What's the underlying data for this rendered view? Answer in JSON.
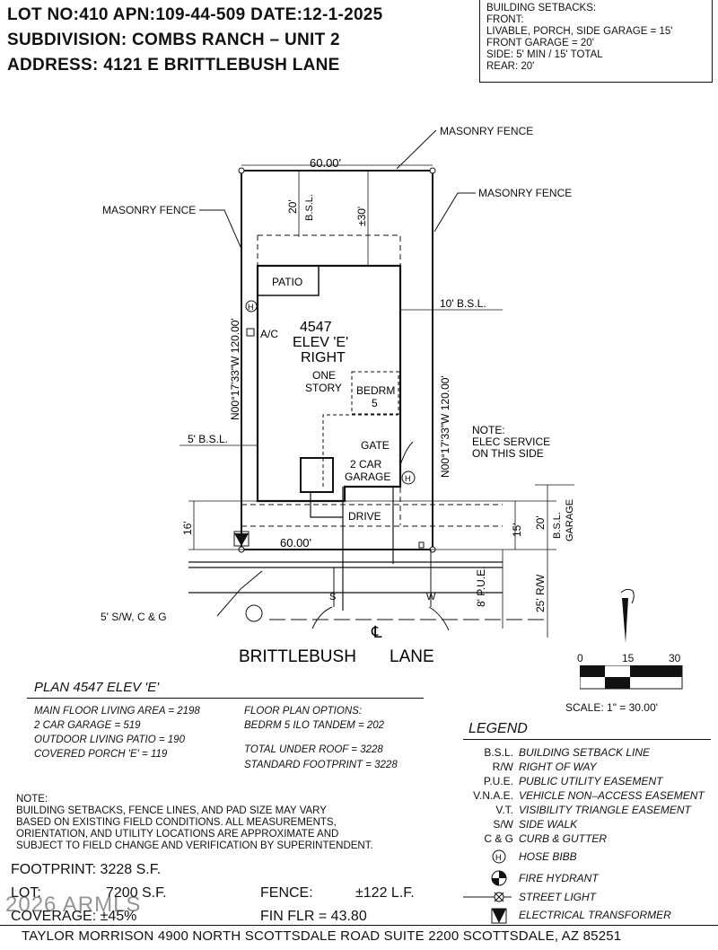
{
  "header": {
    "line1": "LOT NO:410  APN:109-44-509  DATE:12-1-2025",
    "line2": "SUBDIVISION: COMBS RANCH – UNIT 2",
    "line3": "ADDRESS: 4121 E BRITTLEBUSH LANE"
  },
  "setbacks": {
    "title": "BUILDING SETBACKS:",
    "front": "FRONT:",
    "livable": "LIVABLE, PORCH, SIDE GARAGE = 15'",
    "front_garage": "FRONT GARAGE = 20'",
    "side": "SIDE: 5' MIN / 15' TOTAL",
    "rear": "REAR: 20'"
  },
  "site": {
    "masonry_fence": "MASONRY FENCE",
    "top_width": "60.00'",
    "bottom_width": "60.00'",
    "rear_bsl": "20'",
    "bsl": "B.S.L.",
    "rear_dim": "±30'",
    "patio": "PATIO",
    "hose": "H",
    "ac": "A/C",
    "plan_no": "4547",
    "elev": "ELEV 'E'",
    "hand": "RIGHT",
    "story_1": "ONE",
    "story_2": "STORY",
    "bedrm": "BEDRM",
    "bedrm_no": "5",
    "left_bearing": "N00°17'33\"W  120.00'",
    "right_bearing": "N00°17'33\"W  120.00'",
    "side_bsl_right": "10' B.S.L.",
    "side_bsl_left": "5' B.S.L.",
    "elec_note_1": "NOTE:",
    "elec_note_2": "ELEC SERVICE",
    "elec_note_3": "ON THIS SIDE",
    "gate": "GATE",
    "garage_1": "2 CAR",
    "garage_2": "GARAGE",
    "drive": "DRIVE",
    "dim_16": "16'",
    "dim_15": "15'",
    "dim_20": "20'",
    "bsl_garage_1": "B.S.L.",
    "bsl_garage_2": "GARAGE",
    "pue": "8' P.U.E.",
    "rw": "25' R/W",
    "sw": "5' S/W, C & G",
    "s_mark": "S",
    "w_mark": "W",
    "cl": "℄",
    "street_1": "BRITTLEBUSH",
    "street_2": "LANE"
  },
  "scale": {
    "t0": "0",
    "t15": "15",
    "t30": "30",
    "label": "SCALE: 1\" = 30.00'"
  },
  "plan": {
    "title": "PLAN 4547 ELEV 'E'",
    "l1": "MAIN FLOOR LIVING AREA = 2198",
    "l2": "2 CAR GARAGE = 519",
    "l3": "OUTDOOR LIVING PATIO = 190",
    "l4": "COVERED PORCH 'E' = 119",
    "r1": "FLOOR PLAN OPTIONS:",
    "r2": "BEDRM 5 ILO TANDEM = 202",
    "r3": "TOTAL UNDER ROOF = 3228",
    "r4": "STANDARD FOOTPRINT = 3228"
  },
  "legend": {
    "title": "LEGEND",
    "items": [
      {
        "abbr": "B.S.L.",
        "desc": "BUILDING SETBACK LINE"
      },
      {
        "abbr": "R/W",
        "desc": "RIGHT OF WAY"
      },
      {
        "abbr": "P.U.E.",
        "desc": "PUBLIC UTILITY EASEMENT"
      },
      {
        "abbr": "V.N.A.E.",
        "desc": "VEHICLE NON–ACCESS EASEMENT"
      },
      {
        "abbr": "V.T.",
        "desc": "VISIBILITY TRIANGLE EASEMENT"
      },
      {
        "abbr": "S/W",
        "desc": "SIDE WALK"
      },
      {
        "abbr": "C & G",
        "desc": "CURB & GUTTER"
      }
    ],
    "symbols": [
      {
        "icon": "hose-bibb-icon",
        "desc": "HOSE BIBB"
      },
      {
        "icon": "fire-hydrant-icon",
        "desc": "FIRE HYDRANT"
      },
      {
        "icon": "street-light-icon",
        "desc": "STREET LIGHT"
      },
      {
        "icon": "electrical-transformer-icon",
        "desc": "ELECTRICAL TRANSFORMER"
      }
    ]
  },
  "notes": {
    "title": "NOTE:",
    "n1": "BUILDING SETBACKS, FENCE LINES, AND PAD SIZE MAY VARY",
    "n2": "BASED ON EXISTING FIELD CONDITIONS.  ALL MEASUREMENTS,",
    "n3": "ORIENTATION, AND UTILITY LOCATIONS ARE APPROXIMATE AND",
    "n4": "SUBJECT TO FIELD CHANGE AND VERIFICATION BY SUPERINTENDENT."
  },
  "stats": {
    "footprint": "FOOTPRINT: 3228 S.F.",
    "lot_label": "LOT:",
    "lot_value": "7200 S.F.",
    "coverage": "COVERAGE: ±45%",
    "fence_label": "FENCE:",
    "fence_value": "±122 L.F.",
    "fin_flr": "FIN FLR = 43.80",
    "watermark": "2026 ARMLS"
  },
  "footer": "TAYLOR MORRISON 4900 NORTH SCOTTSDALE ROAD SUITE 2200 SCOTTSDALE, AZ  85251"
}
